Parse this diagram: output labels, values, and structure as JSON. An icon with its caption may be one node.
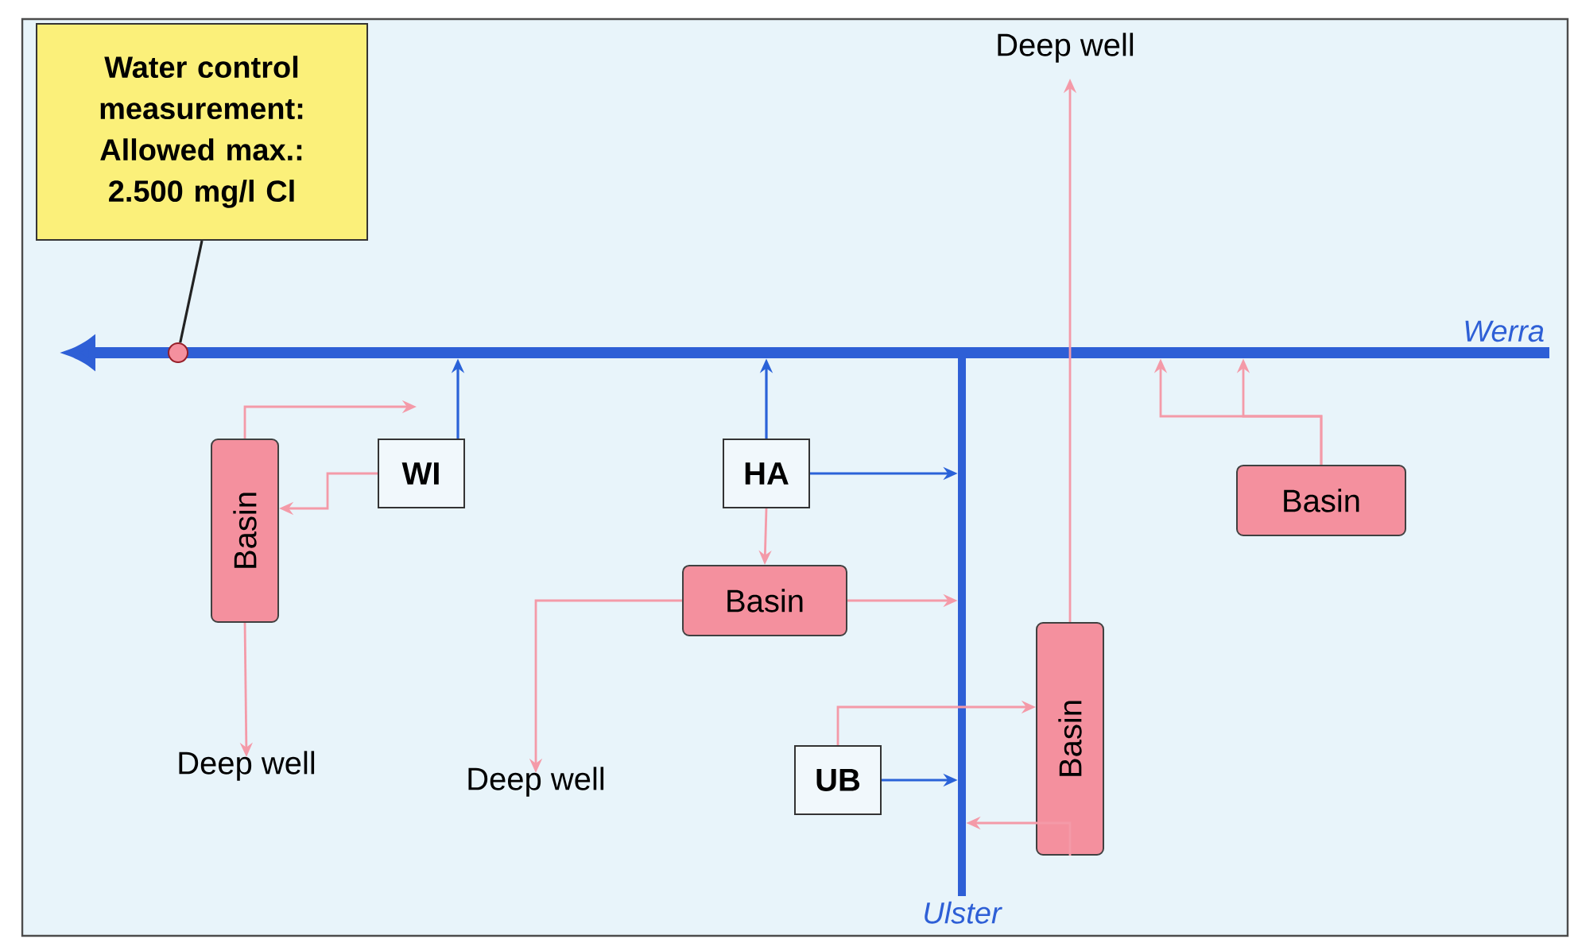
{
  "diagram": {
    "nodes": [
      {
        "text": [
          "Water control measurement: Allowed max.: 2.500 mg/l Cl"
        ]
      },
      {
        "text": [
          "Werra"
        ]
      },
      {
        "text": [
          "Ulster"
        ]
      },
      {
        "text": [],
        "shape": "circle",
        "in": 1
      },
      {
        "text": [
          "WI"
        ]
      },
      {
        "text": [
          "HA"
        ]
      },
      {
        "text": [
          "UB"
        ]
      },
      {
        "text": [
          "Basin"
        ]
      },
      {
        "text": [
          "Basin"
        ]
      },
      {
        "text": [
          "Basin"
        ]
      },
      {
        "text": [
          "Basin"
        ]
      },
      {
        "text": [
          "Deep well"
        ]
      },
      {
        "text": [
          "Deep well"
        ]
      },
      {
        "text": [
          "Deep well"
        ]
      }
    ],
    "edges": [
      {
        "from": 0,
        "to": 3,
        "arrow": "none",
        "color": "#222222"
      },
      {
        "from": 4,
        "to": 1,
        "arrow": "to",
        "color": "#2a62d8"
      },
      {
        "from": 4,
        "to": 7,
        "arrow": "to"
      },
      {
        "from": 7,
        "to": null,
        "arrow": "to"
      },
      {
        "from": 7,
        "to": 11,
        "arrow": "to"
      },
      {
        "from": 5,
        "to": 1,
        "arrow": "to",
        "color": "#2a62d8"
      },
      {
        "from": 5,
        "to": 2,
        "arrow": "to",
        "color": "#2a62d8"
      },
      {
        "from": 5,
        "to": 8,
        "arrow": "to"
      },
      {
        "from": 8,
        "to": 2,
        "arrow": "to"
      },
      {
        "from": 8,
        "to": 12,
        "arrow": "to"
      },
      {
        "from": 6,
        "to": 2,
        "arrow": "to",
        "color": "#2a62d8"
      },
      {
        "from": 6,
        "to": 9,
        "arrow": "to"
      },
      {
        "from": 9,
        "to": 2,
        "arrow": "to"
      },
      {
        "from": 9,
        "to": 13,
        "arrow": "to"
      },
      {
        "from": 10,
        "to": 1,
        "arrow": "to"
      },
      {
        "from": 10,
        "to": 1,
        "arrow": "to"
      }
    ]
  }
}
